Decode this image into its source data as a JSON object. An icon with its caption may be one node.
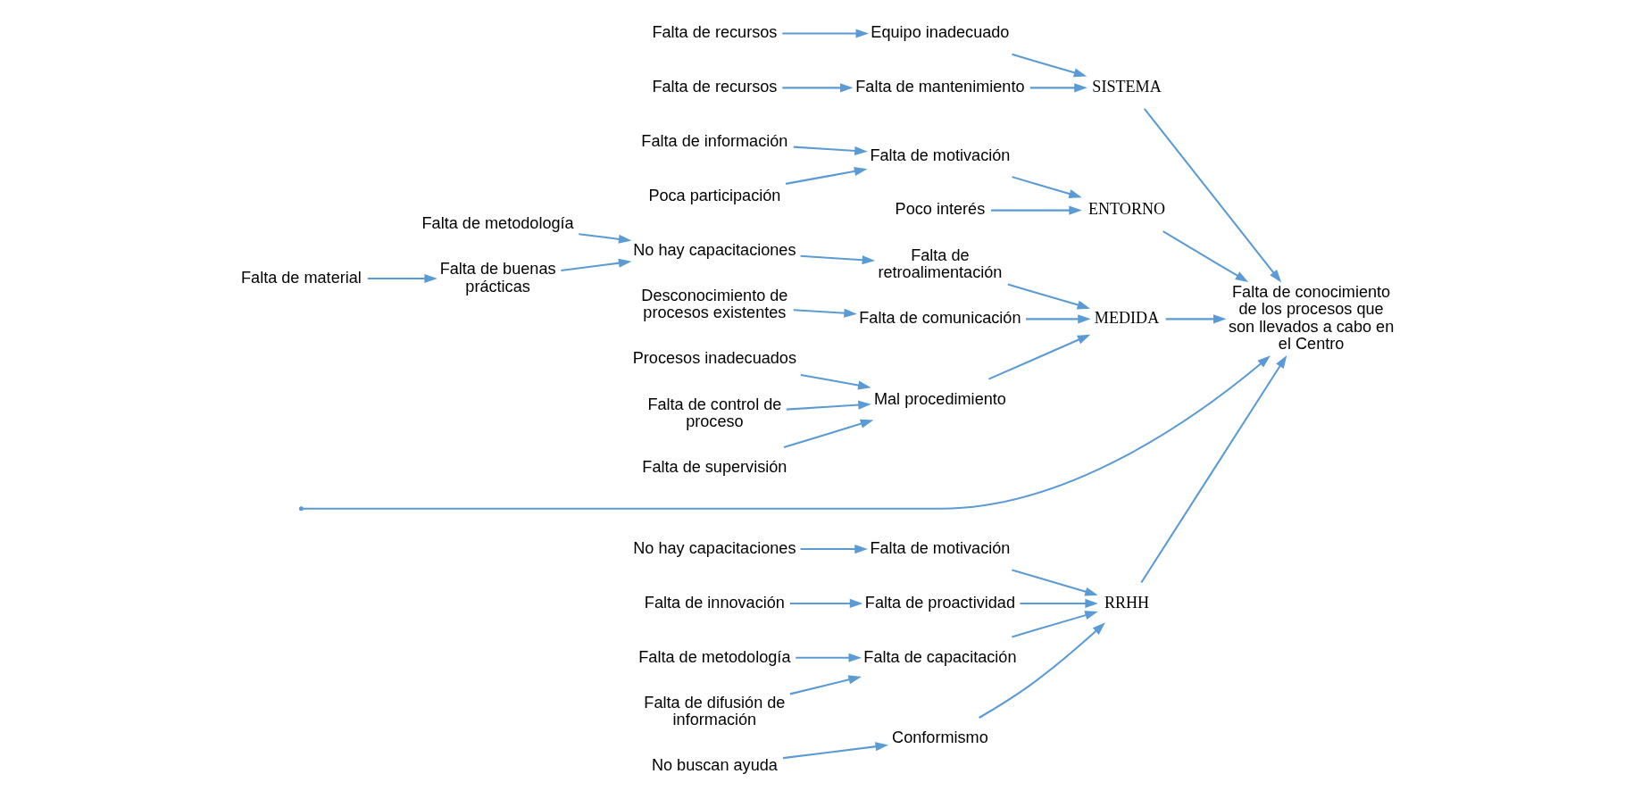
{
  "diagram": {
    "nodes": [
      {
        "text": [
          "RRHH"
        ]
      },
      {
        "text": [
          "SISTEMA"
        ]
      },
      {
        "text": [
          "ENTORNO"
        ]
      },
      {
        "text": [
          "MEDIDA"
        ]
      },
      {
        "text": [
          "Falta de conocimiento de los procesos que son llevados a cabo en el Centro"
        ]
      },
      {
        "text": [
          "No hay capacitaciones"
        ]
      },
      {
        "text": [
          "Falta de motivación"
        ]
      },
      {
        "text": [
          "Falta de innovación"
        ]
      },
      {
        "text": [
          "Falta de proactividad"
        ]
      },
      {
        "text": [
          "Falta de metodología"
        ]
      },
      {
        "text": [
          "Falta de difusión de información"
        ]
      },
      {
        "text": [
          "Falta de capacitación"
        ]
      },
      {
        "text": [
          "Conformismo"
        ]
      },
      {
        "text": [
          "No buscan ayuda"
        ]
      },
      {
        "text": [
          "Falta de recursos"
        ]
      },
      {
        "text": [
          "Equipo inadecuado"
        ]
      },
      {
        "text": [
          "Falta de mantenimiento"
        ]
      },
      {
        "text": [
          "Falta de recursos"
        ]
      },
      {
        "text": [
          "Falta de información"
        ]
      },
      {
        "text": [
          "Falta de motivación"
        ]
      },
      {
        "text": [
          "Poca participación"
        ]
      },
      {
        "text": [
          "Poco interés"
        ]
      },
      {
        "text": [
          "Falta de retroalimentación"
        ]
      },
      {
        "text": [
          "Falta de metodología"
        ]
      },
      {
        "text": [
          "No hay capacitaciones"
        ]
      },
      {
        "text": [
          "Falta de buenas prácticas"
        ]
      },
      {
        "text": [
          "Falta de material"
        ]
      },
      {
        "text": [
          "Falta de comunicación"
        ]
      },
      {
        "text": [
          "Desconocimiento de procesos existentes"
        ]
      },
      {
        "text": [
          "Procesos inadecuados"
        ]
      },
      {
        "text": [
          "Mal procedimiento"
        ]
      },
      {
        "text": [
          "Falta de control de proceso"
        ]
      },
      {
        "text": [
          "Falta de supervisión"
        ]
      }
    ],
    "edges": [
      {
        "from": null,
        "to": 4,
        "arrow": "to"
      },
      {
        "from": 0,
        "to": 4,
        "arrow": "to"
      },
      {
        "from": 1,
        "to": 4,
        "arrow": "to"
      },
      {
        "from": 2,
        "to": 4,
        "arrow": "to"
      },
      {
        "from": 3,
        "to": 4,
        "arrow": "to"
      },
      {
        "from": 5,
        "to": 6,
        "arrow": "to"
      },
      {
        "from": 6,
        "to": 0,
        "arrow": "to"
      },
      {
        "from": 7,
        "to": 8,
        "arrow": "to"
      },
      {
        "from": 8,
        "to": 0,
        "arrow": "to"
      },
      {
        "from": 9,
        "to": 11,
        "arrow": "to"
      },
      {
        "from": 10,
        "to": 11,
        "arrow": "to"
      },
      {
        "from": 11,
        "to": 0,
        "arrow": "to"
      },
      {
        "from": 12,
        "to": 0,
        "arrow": "to"
      },
      {
        "from": 13,
        "to": 12,
        "arrow": "to"
      },
      {
        "from": 14,
        "to": 15,
        "arrow": "to"
      },
      {
        "from": 15,
        "to": 1,
        "arrow": "to"
      },
      {
        "from": 16,
        "to": 1,
        "arrow": "to"
      },
      {
        "from": 17,
        "to": 16,
        "arrow": "to"
      },
      {
        "from": 18,
        "to": 19,
        "arrow": "to"
      },
      {
        "from": 19,
        "to": 2,
        "arrow": "to"
      },
      {
        "from": 20,
        "to": 19,
        "arrow": "to"
      },
      {
        "from": 21,
        "to": 2,
        "arrow": "to"
      },
      {
        "from": 22,
        "to": 3,
        "arrow": "to"
      },
      {
        "from": 23,
        "to": 24,
        "arrow": "to"
      },
      {
        "from": 24,
        "to": 22,
        "arrow": "to"
      },
      {
        "from": 25,
        "to": 24,
        "arrow": "to"
      },
      {
        "from": 26,
        "to": 25,
        "arrow": "to"
      },
      {
        "from": 27,
        "to": 3,
        "arrow": "to"
      },
      {
        "from": 28,
        "to": 27,
        "arrow": "to"
      },
      {
        "from": 29,
        "to": 30,
        "arrow": "to"
      },
      {
        "from": 30,
        "to": 3,
        "arrow": "to"
      },
      {
        "from": 31,
        "to": 30,
        "arrow": "to"
      },
      {
        "from": 32,
        "to": 30,
        "arrow": "to"
      }
    ]
  }
}
